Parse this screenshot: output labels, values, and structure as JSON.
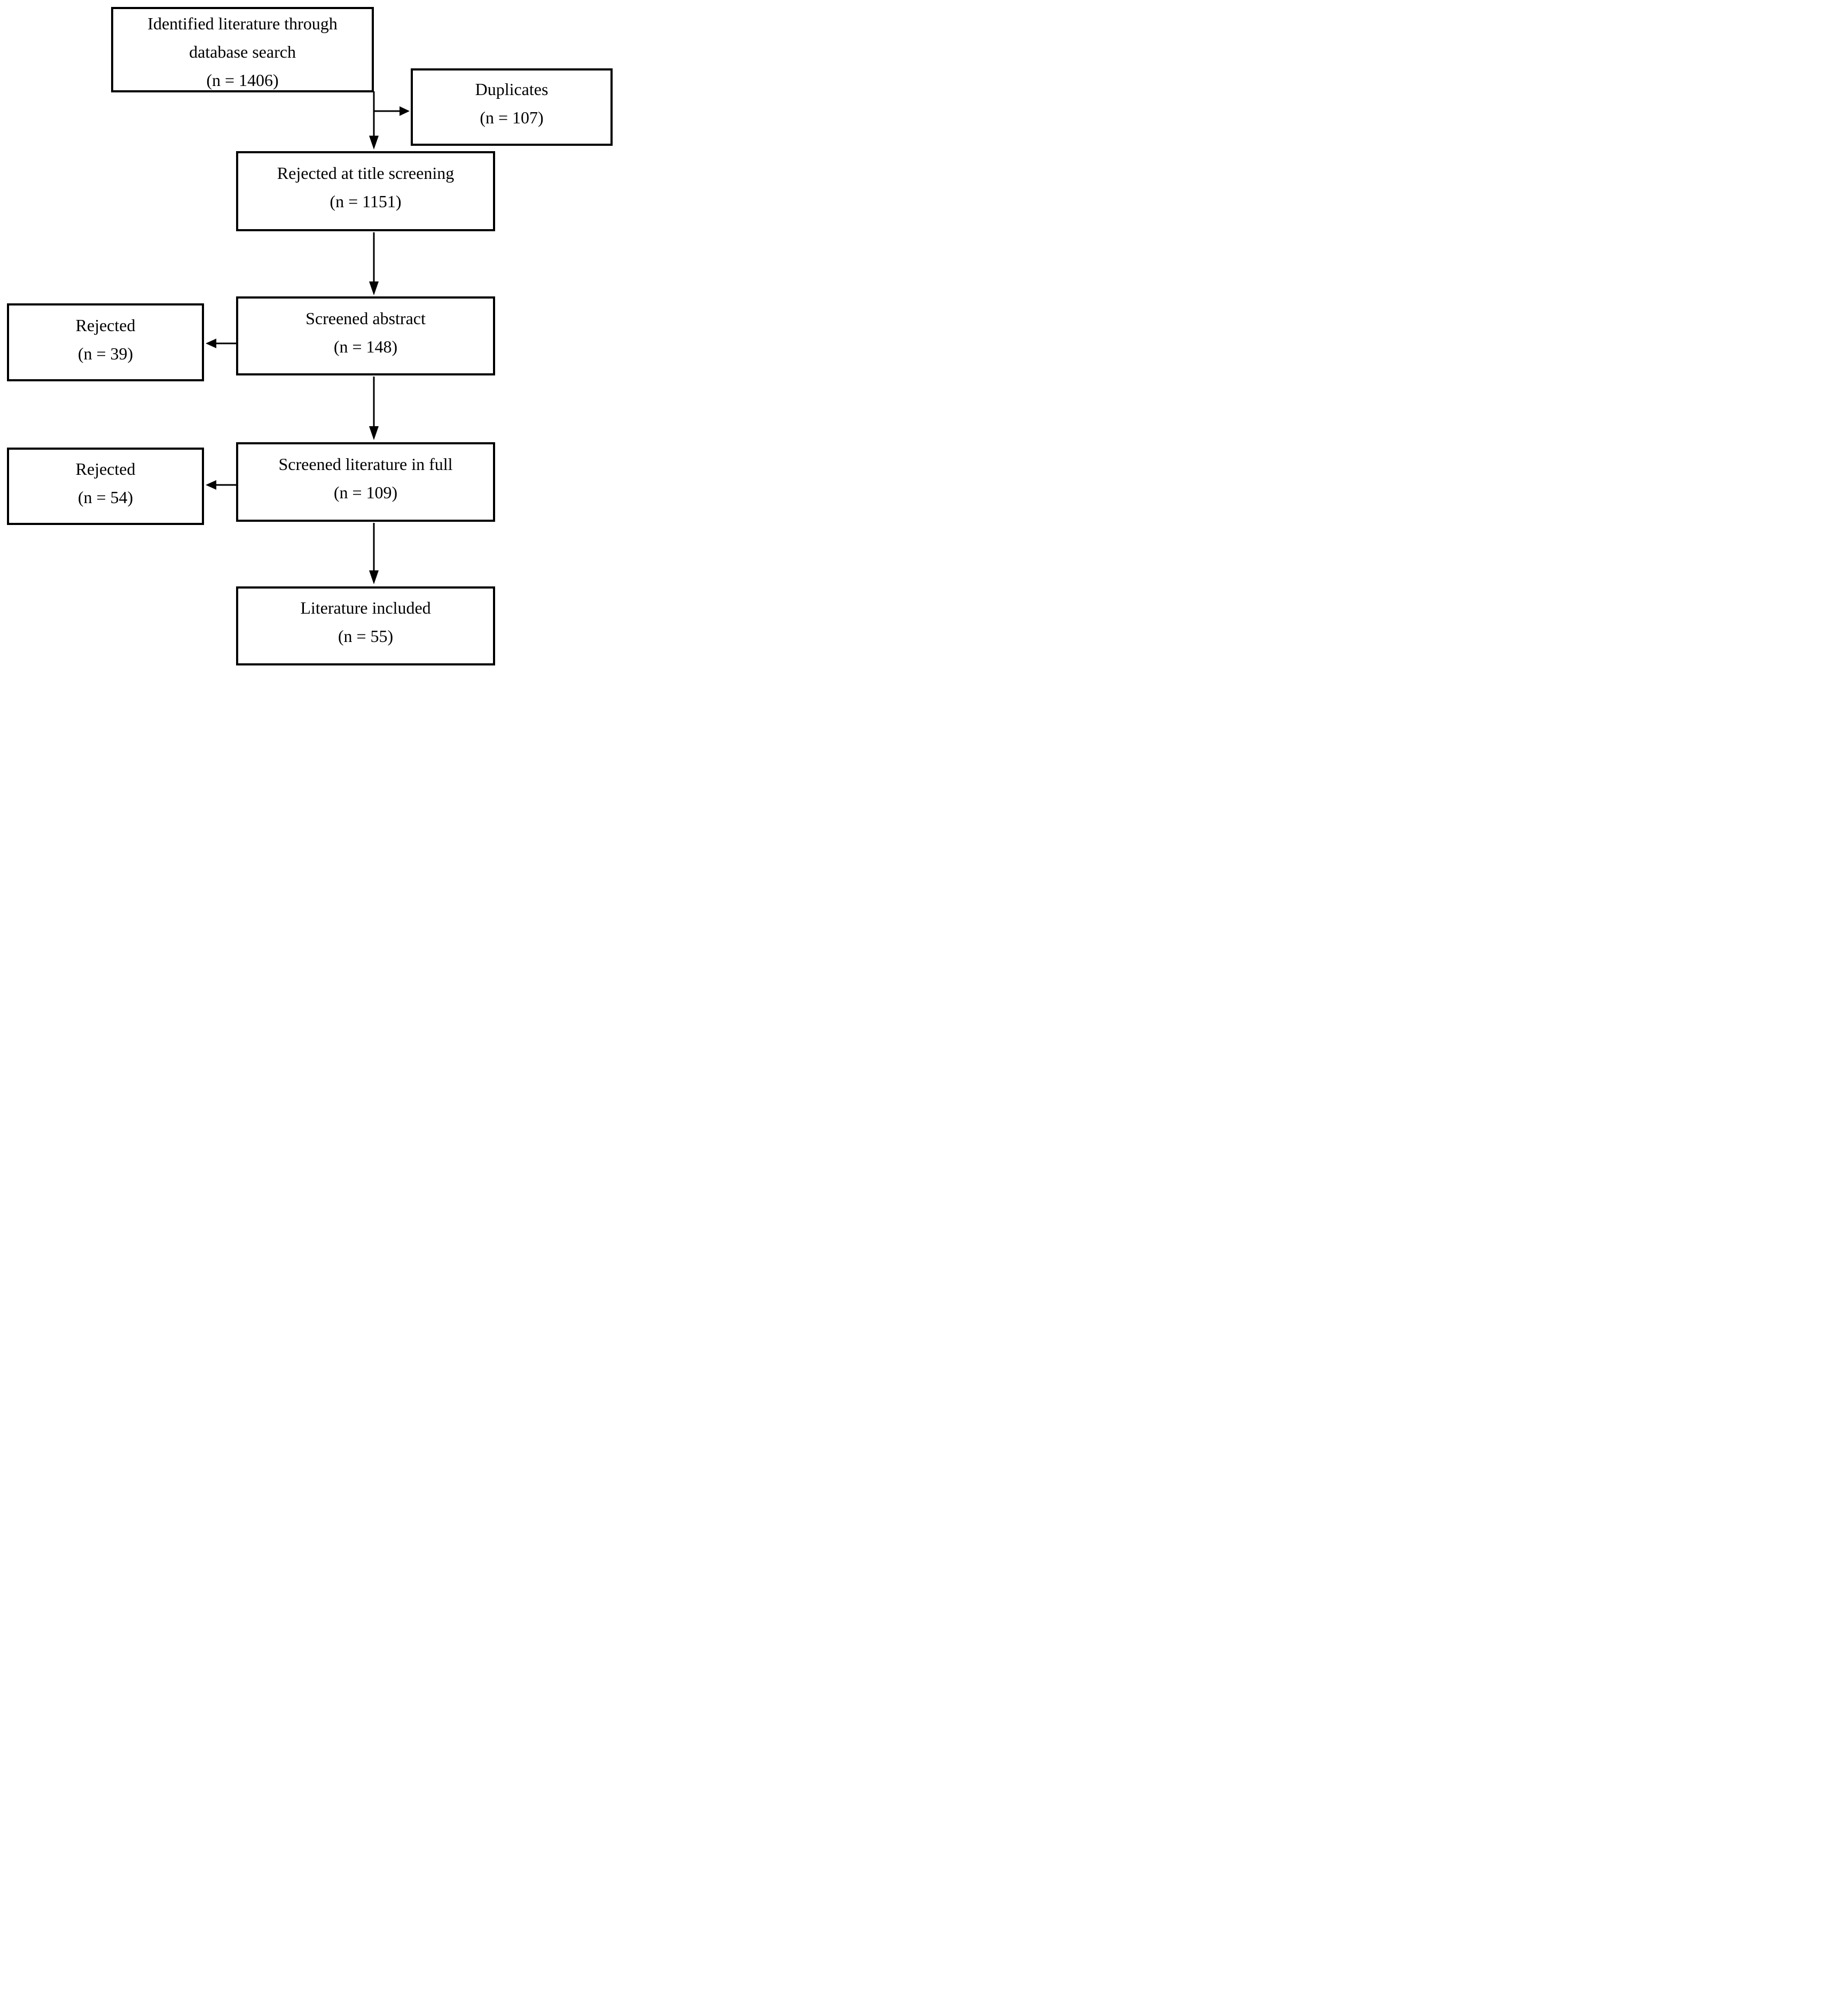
{
  "diagram": {
    "type": "flowchart",
    "colors": {
      "background": "#ffffff",
      "box_border": "#000000",
      "text": "#000000",
      "arrow": "#000000"
    },
    "nodes": [
      {
        "id": "identified",
        "lines": [
          "Identified literature through",
          "database search"
        ],
        "count": "(n = 1406)"
      },
      {
        "id": "duplicates",
        "lines": [
          "Duplicates"
        ],
        "count": "(n = 107)"
      },
      {
        "id": "title-screening",
        "lines": [
          "Rejected at title screening"
        ],
        "count": "(n = 1151)"
      },
      {
        "id": "screened-abstract",
        "lines": [
          "Screened abstract"
        ],
        "count": "(n = 148)"
      },
      {
        "id": "rejected-abstract",
        "lines": [
          "Rejected"
        ],
        "count": "(n = 39)"
      },
      {
        "id": "screened-full",
        "lines": [
          "Screened literature in full"
        ],
        "count": "(n = 109)"
      },
      {
        "id": "rejected-full",
        "lines": [
          "Rejected"
        ],
        "count": "(n = 54)"
      },
      {
        "id": "included",
        "lines": [
          "Literature included"
        ],
        "count": "(n = 55)"
      }
    ],
    "edges": [
      {
        "from": "identified",
        "to": "duplicates"
      },
      {
        "from": "identified",
        "to": "title-screening"
      },
      {
        "from": "title-screening",
        "to": "screened-abstract"
      },
      {
        "from": "screened-abstract",
        "to": "rejected-abstract"
      },
      {
        "from": "screened-abstract",
        "to": "screened-full"
      },
      {
        "from": "screened-full",
        "to": "rejected-full"
      },
      {
        "from": "screened-full",
        "to": "included"
      }
    ]
  }
}
